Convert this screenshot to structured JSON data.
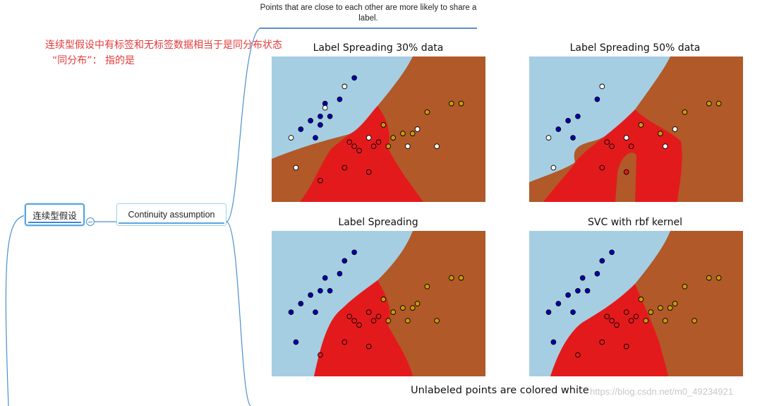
{
  "mindmap": {
    "root_label": "连续型假设",
    "child_label": "Continuity assumption",
    "figure_caption": "Points that are close to each other are more likely to share a label.",
    "note_line1": "连续型假设中有标签和无标签数据相当于是同分布状态",
    "note_line2": "“同分布”： 指的是"
  },
  "figure": {
    "bottom_label": "Unlabeled points are colored white",
    "watermark": "https://blog.csdn.net/m0_49234921",
    "colors": {
      "region_light_blue": "#a6cee3",
      "region_brown": "#b15928",
      "region_red": "#e31a1c",
      "point_blue": "#0000b4",
      "point_red": "#e31a1c",
      "point_olive": "#c99a08",
      "point_unlabeled": "#ffffff"
    }
  },
  "chart_data": [
    {
      "type": "scatter",
      "title": "Label Spreading 30% data",
      "xlabel": "",
      "ylabel": "",
      "series": [
        {
          "name": "",
          "points": [
            [
              4.6,
              3.2
            ],
            [
              4.8,
              3.4
            ],
            [
              5.0,
              3.5
            ],
            [
              5.1,
              3.8
            ],
            [
              5.4,
              3.9
            ],
            [
              4.9,
              3.0
            ],
            [
              5.2,
              3.5
            ],
            [
              5.7,
              4.4
            ],
            [
              5.0,
              3.3
            ]
          ]
        },
        {
          "name": "",
          "points": [
            [
              5.5,
              2.3
            ],
            [
              5.7,
              2.8
            ],
            [
              6.0,
              2.2
            ],
            [
              5.6,
              2.9
            ],
            [
              6.1,
              2.8
            ],
            [
              5.8,
              2.7
            ],
            [
              5.0,
              2.0
            ],
            [
              6.2,
              2.9
            ]
          ]
        },
        {
          "name": "",
          "points": [
            [
              6.3,
              3.3
            ],
            [
              6.7,
              3.1
            ],
            [
              7.2,
              3.6
            ],
            [
              6.5,
              3.0
            ],
            [
              7.7,
              3.8
            ],
            [
              6.9,
              3.1
            ],
            [
              7.9,
              3.8
            ],
            [
              6.4,
              2.8
            ]
          ]
        },
        {
          "name": "",
          "points": [
            [
              4.4,
              3.0
            ],
            [
              5.5,
              4.2
            ],
            [
              6.0,
              3.0
            ],
            [
              7.0,
              3.2
            ],
            [
              4.5,
              2.3
            ],
            [
              6.8,
              2.8
            ],
            [
              5.1,
              3.7
            ],
            [
              7.4,
              2.8
            ]
          ]
        }
      ]
    },
    {
      "type": "scatter",
      "title": "Label Spreading 50% data",
      "xlabel": "",
      "ylabel": "",
      "series": [
        {
          "name": "",
          "points": [
            [
              4.6,
              3.2
            ],
            [
              4.8,
              3.4
            ],
            [
              5.0,
              3.5
            ],
            [
              5.4,
              3.9
            ],
            [
              4.9,
              3.0
            ]
          ]
        },
        {
          "name": "",
          "points": [
            [
              5.5,
              2.3
            ],
            [
              5.7,
              2.8
            ],
            [
              6.0,
              2.2
            ],
            [
              5.6,
              2.9
            ],
            [
              6.1,
              2.8
            ]
          ]
        },
        {
          "name": "",
          "points": [
            [
              6.3,
              3.3
            ],
            [
              6.7,
              3.1
            ],
            [
              7.2,
              3.6
            ],
            [
              7.7,
              3.8
            ],
            [
              7.9,
              3.8
            ]
          ]
        },
        {
          "name": "",
          "points": [
            [
              4.4,
              3.0
            ],
            [
              5.5,
              4.2
            ],
            [
              6.0,
              3.0
            ],
            [
              7.0,
              3.2
            ],
            [
              4.5,
              2.3
            ],
            [
              6.8,
              2.8
            ]
          ]
        }
      ]
    },
    {
      "type": "scatter",
      "title": "Label Spreading",
      "xlabel": "",
      "ylabel": "",
      "series": [
        {
          "name": "",
          "points": [
            [
              4.6,
              3.2
            ],
            [
              4.8,
              3.4
            ],
            [
              5.0,
              3.5
            ],
            [
              5.1,
              3.8
            ],
            [
              5.4,
              3.9
            ],
            [
              4.9,
              3.0
            ],
            [
              5.2,
              3.5
            ],
            [
              5.7,
              4.4
            ],
            [
              4.4,
              3.0
            ],
            [
              5.5,
              4.2
            ],
            [
              4.5,
              2.3
            ]
          ]
        },
        {
          "name": "",
          "points": [
            [
              5.5,
              2.3
            ],
            [
              5.7,
              2.8
            ],
            [
              6.0,
              2.2
            ],
            [
              5.6,
              2.9
            ],
            [
              6.1,
              2.8
            ],
            [
              5.8,
              2.7
            ],
            [
              5.0,
              2.0
            ],
            [
              6.2,
              2.9
            ],
            [
              6.0,
              3.0
            ]
          ]
        },
        {
          "name": "",
          "points": [
            [
              6.3,
              3.3
            ],
            [
              6.7,
              3.1
            ],
            [
              7.2,
              3.6
            ],
            [
              6.5,
              3.0
            ],
            [
              7.7,
              3.8
            ],
            [
              6.9,
              3.1
            ],
            [
              7.9,
              3.8
            ],
            [
              6.4,
              2.8
            ],
            [
              7.0,
              3.2
            ],
            [
              6.8,
              2.8
            ],
            [
              7.4,
              2.8
            ]
          ]
        }
      ]
    },
    {
      "type": "scatter",
      "title": "SVC with rbf kernel",
      "xlabel": "",
      "ylabel": "",
      "series": [
        {
          "name": "",
          "points": [
            [
              4.6,
              3.2
            ],
            [
              4.8,
              3.4
            ],
            [
              5.0,
              3.5
            ],
            [
              5.1,
              3.8
            ],
            [
              5.4,
              3.9
            ],
            [
              4.9,
              3.0
            ],
            [
              5.2,
              3.5
            ],
            [
              5.7,
              4.4
            ],
            [
              4.4,
              3.0
            ],
            [
              5.5,
              4.2
            ],
            [
              4.5,
              2.3
            ]
          ]
        },
        {
          "name": "",
          "points": [
            [
              5.5,
              2.3
            ],
            [
              5.7,
              2.8
            ],
            [
              6.0,
              2.2
            ],
            [
              5.6,
              2.9
            ],
            [
              6.1,
              2.8
            ],
            [
              5.8,
              2.7
            ],
            [
              5.0,
              2.0
            ],
            [
              6.2,
              2.9
            ],
            [
              6.0,
              3.0
            ]
          ]
        },
        {
          "name": "",
          "points": [
            [
              6.3,
              3.3
            ],
            [
              6.7,
              3.1
            ],
            [
              7.2,
              3.6
            ],
            [
              6.5,
              3.0
            ],
            [
              7.7,
              3.8
            ],
            [
              6.9,
              3.1
            ],
            [
              7.9,
              3.8
            ],
            [
              6.4,
              2.8
            ],
            [
              7.0,
              3.2
            ],
            [
              6.8,
              2.8
            ],
            [
              7.4,
              2.8
            ]
          ]
        }
      ]
    }
  ]
}
